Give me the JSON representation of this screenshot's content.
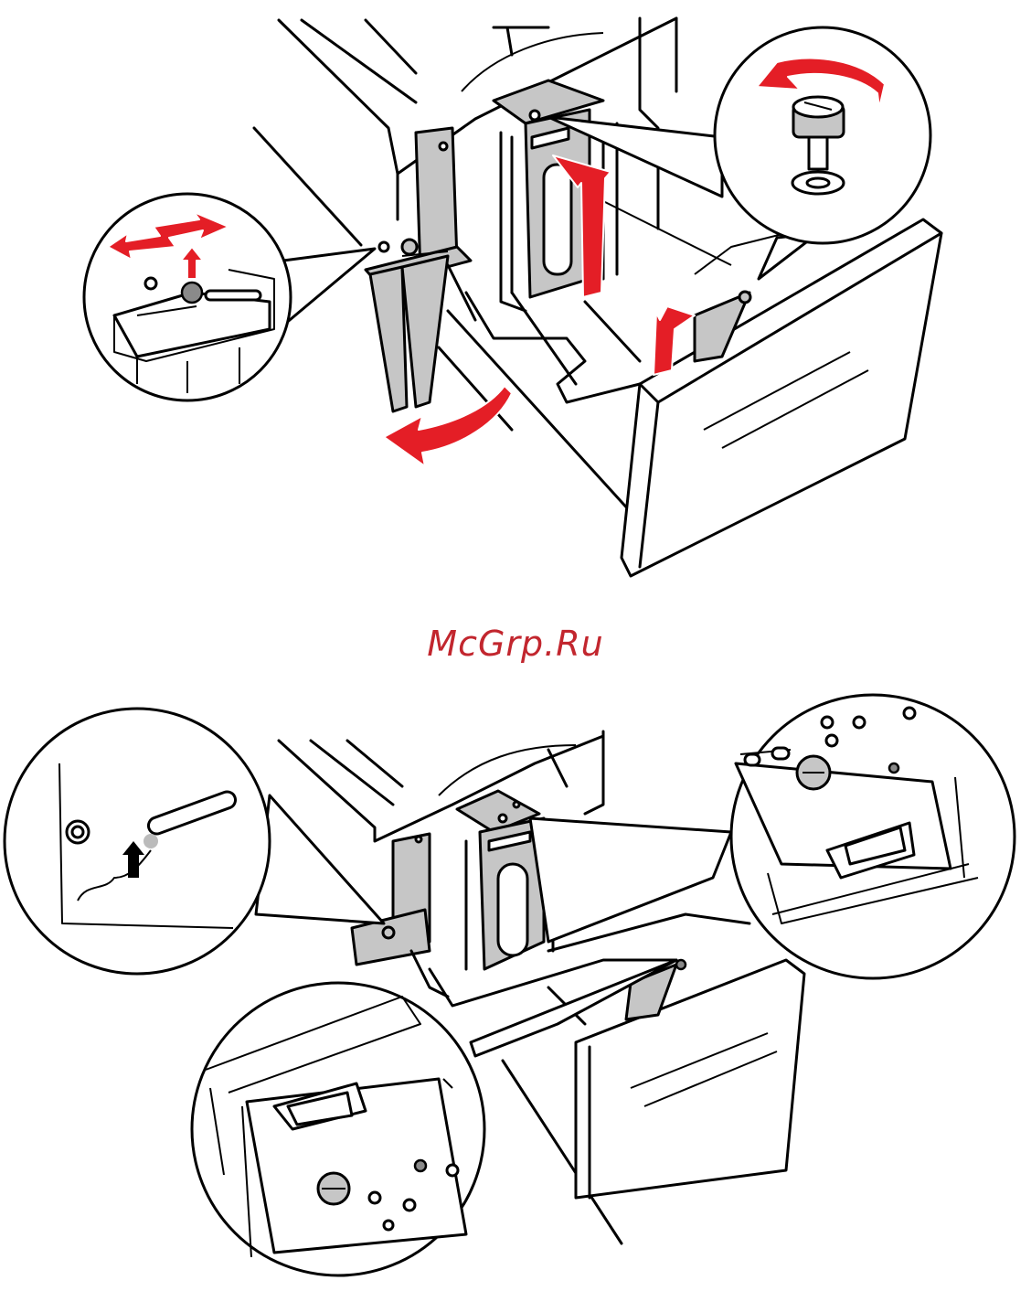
{
  "watermark": {
    "text": "McGrp.Ru",
    "color": "#c2262e"
  },
  "colors": {
    "line": "#000000",
    "part_fill": "#c6c6c6",
    "arrow": "#e41e26"
  },
  "panels": [
    {
      "name": "top-figure",
      "description_icons": [
        "paper-tray-drawer",
        "side-guide",
        "end-guide",
        "thumb-screw-callout",
        "guide-lock-callout",
        "rotate-arrow-icon",
        "lift-arrow-icon"
      ]
    },
    {
      "name": "bottom-figure",
      "description_icons": [
        "paper-tray-drawer",
        "side-guide",
        "end-guide",
        "guide-slot-callout",
        "guide-mount-callout-right",
        "guide-mount-callout-left"
      ]
    }
  ]
}
